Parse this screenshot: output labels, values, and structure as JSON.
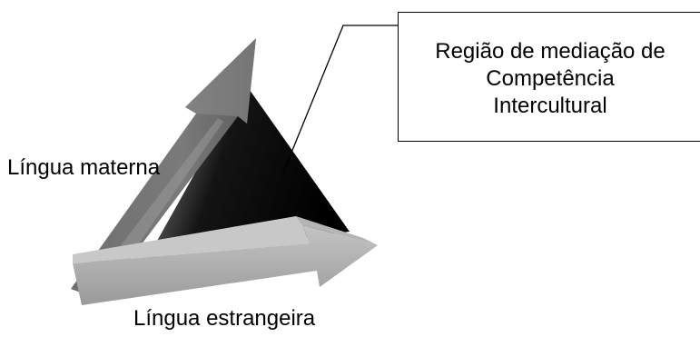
{
  "diagram": {
    "callout": {
      "lines": [
        "Região de mediação de",
        "Competência",
        "Intercultural"
      ]
    },
    "label_native": "Língua materna",
    "label_foreign": "Língua estrangeira"
  }
}
